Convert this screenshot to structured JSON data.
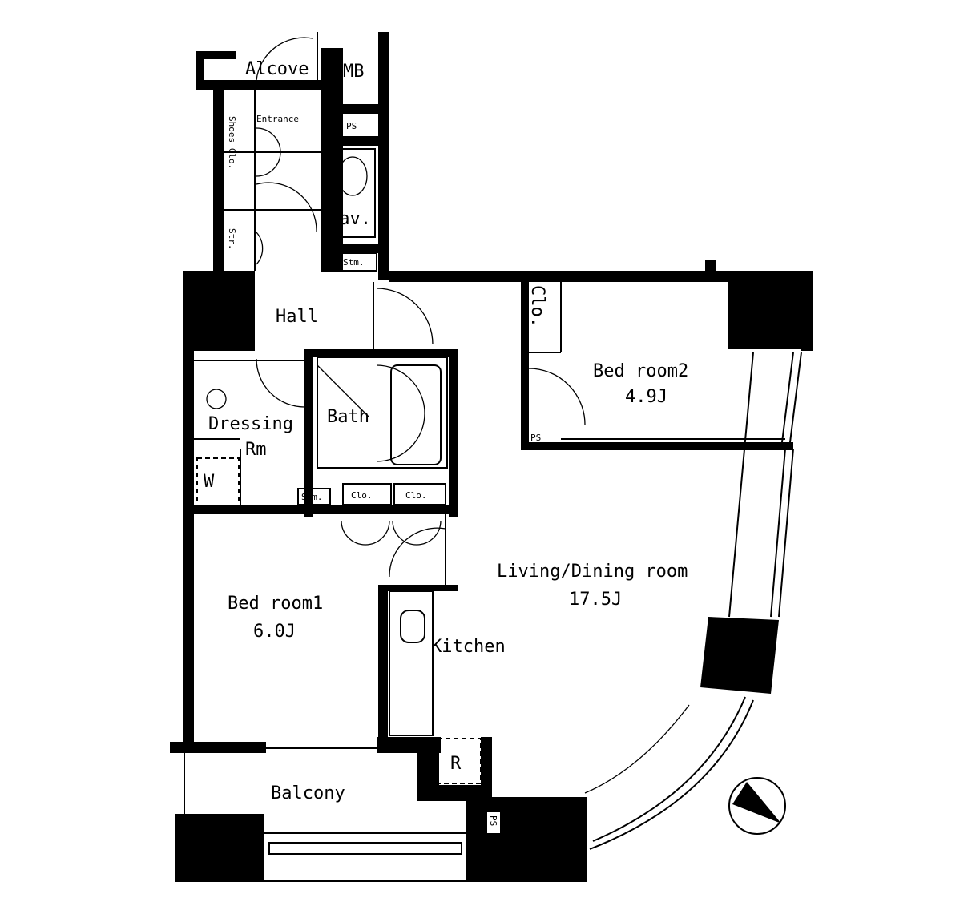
{
  "rooms": {
    "alcove": "Alcove",
    "mb": "MB",
    "entrance": "Entrance",
    "shoes_closet": "Shoes Clo.",
    "ps_top": "PS",
    "lavatory": "Lav.",
    "storage_left": "Str.",
    "storage_lav": "Stm.",
    "hall": "Hall",
    "closet_bed2": "Clo.",
    "bedroom2": "Bed room2",
    "bedroom2_size": "4.9J",
    "ps_bed2": "PS",
    "dressing": "Dressing",
    "dressing_rm": "Rm",
    "bath": "Bath",
    "washer": "W",
    "storage_dressing": "Stm.",
    "closet1": "Clo.",
    "closet2": "Clo.",
    "living": "Living/Dining room",
    "living_size": "17.5J",
    "bedroom1": "Bed room1",
    "bedroom1_size": "6.0J",
    "kitchen": "Kitchen",
    "refrigerator": "R",
    "balcony": "Balcony",
    "ps_bottom": "PS"
  },
  "compass": {
    "icon": "north-arrow-icon"
  },
  "colors": {
    "line": "#000000",
    "background": "#ffffff"
  }
}
